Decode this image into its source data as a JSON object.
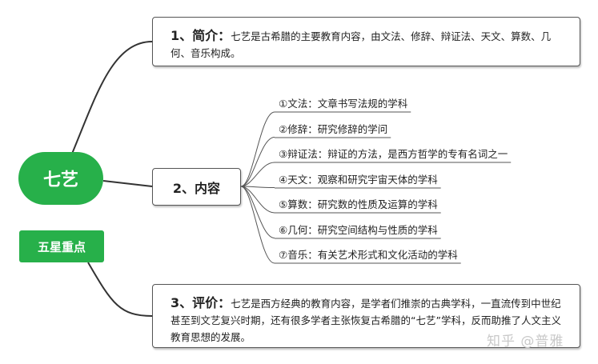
{
  "root": {
    "label": "七艺"
  },
  "tag": {
    "label": "五星重点"
  },
  "intro": {
    "heading": "1、简介：",
    "text": "七艺是古希腊的主要教育内容，由文法、修辞、辩证法、天文、算数、几何、音乐构成。"
  },
  "content": {
    "heading": "2、内容",
    "items": [
      "①文法：文章书写法规的学科",
      "②修辞：研究修辞的学问",
      "③辩证法：辩证的方法，是西方哲学的专有名词之一",
      "④天文：观察和研究宇宙天体的学科",
      "⑤算数：研究数的性质及运算的学科",
      "⑥几何：研究空间结构与性质的学科",
      "⑦音乐：有关艺术形式和文化活动的学科"
    ]
  },
  "evaluation": {
    "heading": "3、评价：",
    "text": "七艺是西方经典的教育内容，是学者们推崇的古典学科，一直流传到中世纪甚至到文艺复兴时期，还有很多学者主张恢复古希腊的“七艺”学科，反而助推了人文主义教育思想的发展。"
  },
  "watermark": {
    "text": "知乎 @普雅"
  },
  "colors": {
    "accent": "#27b04a",
    "connector": "#333333",
    "underline": "#555555"
  }
}
